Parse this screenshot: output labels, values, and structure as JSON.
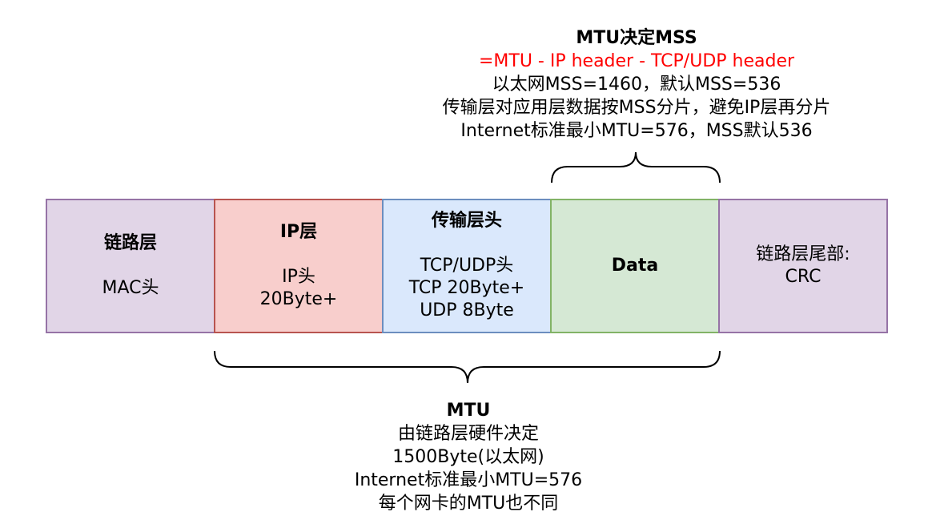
{
  "mss_note": {
    "title": "MTU决定MSS",
    "formula": "=MTU - IP header - TCP/UDP header",
    "line1": "以太网MSS=1460，默认MSS=536",
    "line2": "传输层对应用层数据按MSS分片，避免IP层再分片",
    "line3": "Internet标准最小MTU=576，MSS默认536"
  },
  "segments": {
    "link_header": {
      "title": "链路层",
      "body": "MAC头"
    },
    "ip_header": {
      "title": "IP层",
      "body1": "IP头",
      "body2": "20Byte+"
    },
    "transport_header": {
      "title": "传输层头",
      "body1": "TCP/UDP头",
      "body2": "TCP 20Byte+",
      "body3": "UDP 8Byte"
    },
    "data": {
      "title": "Data"
    },
    "link_tail": {
      "line1": "链路层尾部:",
      "line2": "CRC"
    }
  },
  "mtu_note": {
    "title": "MTU",
    "line1": "由链路层硬件决定",
    "line2": "1500Byte(以太网)",
    "line3": "Internet标准最小MTU=576",
    "line4": "每个网卡的MTU也不同"
  },
  "colors": {
    "link_fill": "#e1d5e7",
    "link_stroke": "#9673a6",
    "ip_fill": "#f8cecc",
    "ip_stroke": "#b85450",
    "transport_fill": "#dae8fc",
    "transport_stroke": "#6c8ebf",
    "data_fill": "#d5e8d4",
    "data_stroke": "#82b366",
    "formula_text": "#ff0000"
  }
}
